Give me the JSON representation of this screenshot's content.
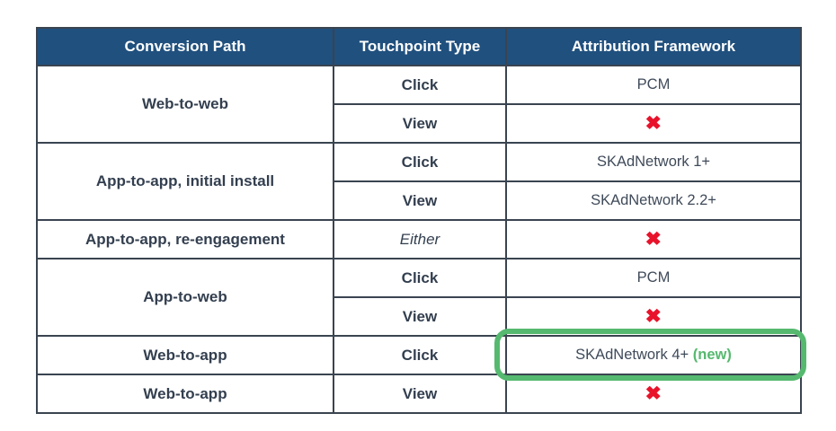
{
  "colors": {
    "header_bg": "#20507e",
    "border": "#3a4450",
    "text": "#333f4f",
    "cross_red": "#e8132b",
    "highlight_green": "#55b96f"
  },
  "table": {
    "headers": [
      "Conversion Path",
      "Touchpoint Type",
      "Attribution Framework"
    ],
    "rows": [
      {
        "path": "Web-to-web",
        "touchpoint": "Click",
        "framework": "PCM"
      },
      {
        "touchpoint": "View",
        "framework": "✖"
      },
      {
        "path": "App-to-app, initial install",
        "touchpoint": "Click",
        "framework": "SKAdNetwork 1+"
      },
      {
        "touchpoint": "View",
        "framework": "SKAdNetwork 2.2+"
      },
      {
        "path": "App-to-app, re-engagement",
        "touchpoint": "Either",
        "framework": "✖"
      },
      {
        "path": "App-to-web",
        "touchpoint": "Click",
        "framework": "PCM"
      },
      {
        "touchpoint": "View",
        "framework": "✖"
      },
      {
        "path": "Web-to-app",
        "touchpoint": "Click",
        "framework": "SKAdNetwork 4+",
        "framework_badge": "(new)"
      },
      {
        "path": "Web-to-app",
        "touchpoint": "View",
        "framework": "✖"
      }
    ]
  },
  "chart_data": {
    "type": "table",
    "title": "",
    "columns": [
      "Conversion Path",
      "Touchpoint Type",
      "Attribution Framework"
    ],
    "rows": [
      [
        "Web-to-web",
        "Click",
        "PCM"
      ],
      [
        "Web-to-web",
        "View",
        "✖"
      ],
      [
        "App-to-app, initial install",
        "Click",
        "SKAdNetwork 1+"
      ],
      [
        "App-to-app, initial install",
        "View",
        "SKAdNetwork 2.2+"
      ],
      [
        "App-to-app, re-engagement",
        "Either",
        "✖"
      ],
      [
        "App-to-web",
        "Click",
        "PCM"
      ],
      [
        "App-to-web",
        "View",
        "✖"
      ],
      [
        "Web-to-app",
        "Click",
        "SKAdNetwork 4+ (new)"
      ],
      [
        "Web-to-app",
        "View",
        "✖"
      ]
    ],
    "notes": "Cell 'SKAdNetwork 4+ (new)' is emphasized with a green rounded outline; ✖ marks rendered in red."
  }
}
